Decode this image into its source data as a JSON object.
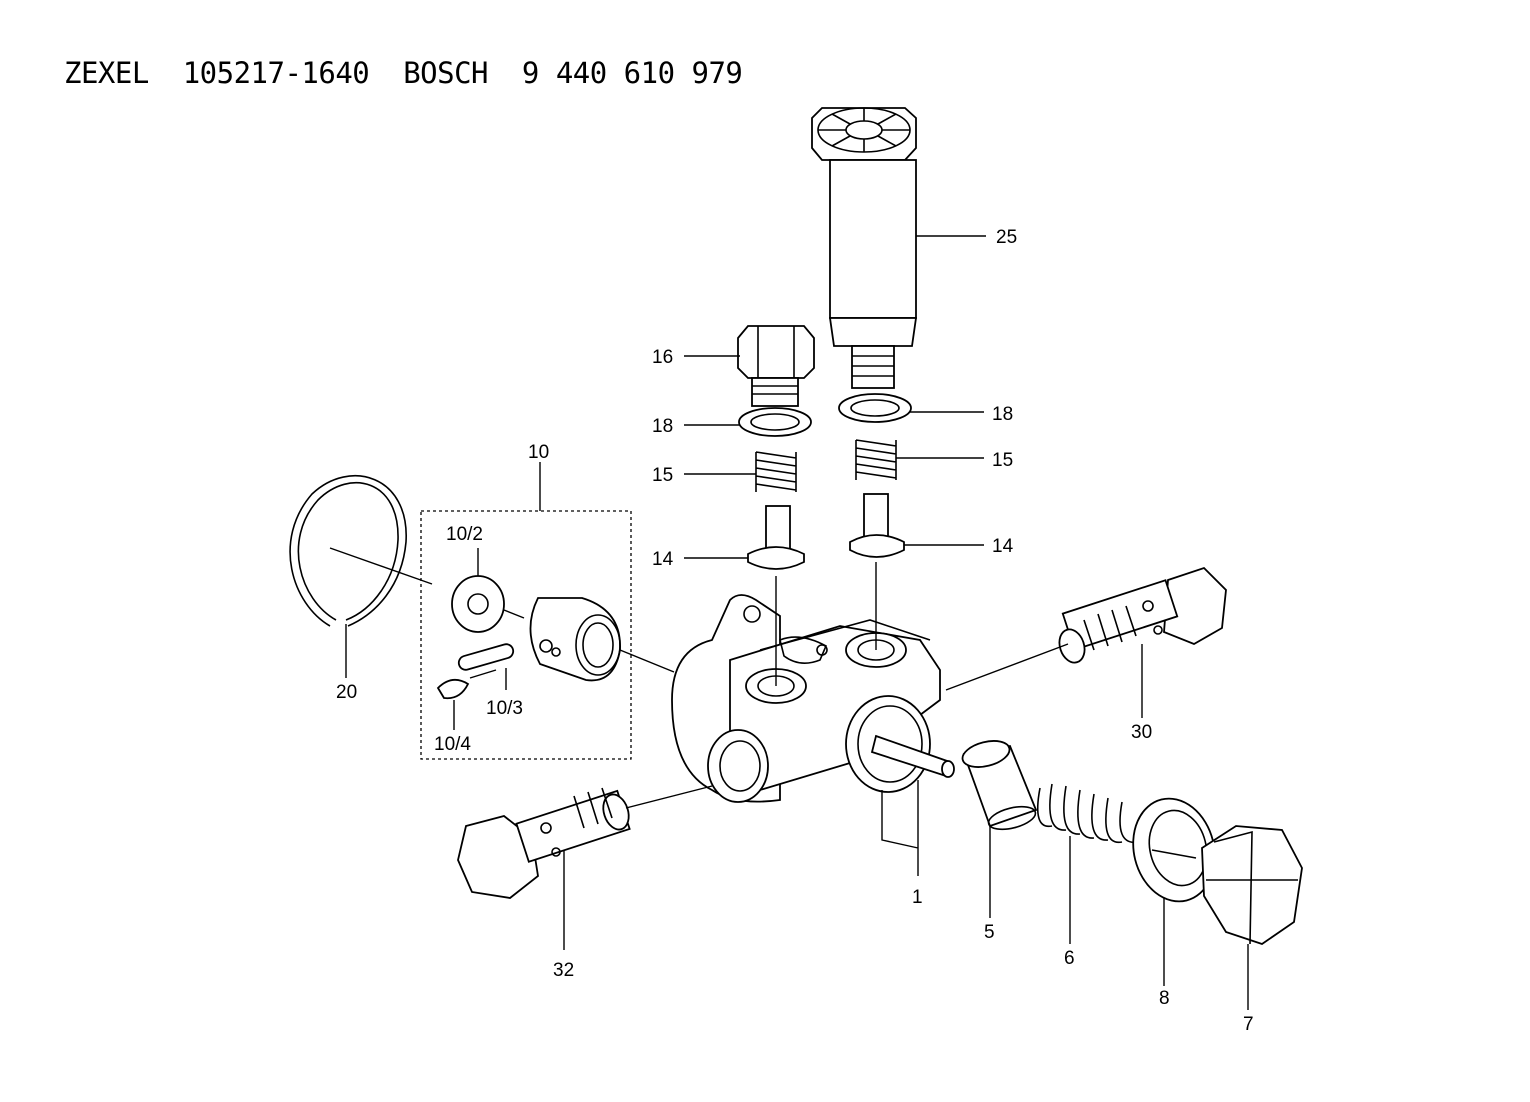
{
  "title": "ZEXEL  105217-1640  BOSCH  9 440 610 979",
  "callouts": {
    "c1": "1",
    "c5": "5",
    "c6": "6",
    "c7": "7",
    "c8": "8",
    "c10": "10",
    "c10_2": "10/2",
    "c10_3": "10/3",
    "c10_4": "10/4",
    "c14a": "14",
    "c14b": "14",
    "c15a": "15",
    "c15b": "15",
    "c16": "16",
    "c18a": "18",
    "c18b": "18",
    "c20": "20",
    "c25": "25",
    "c30": "30",
    "c32": "32"
  }
}
